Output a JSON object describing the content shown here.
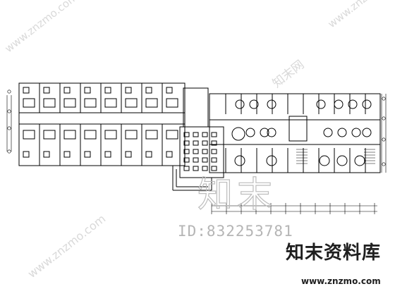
{
  "watermark": {
    "id_label": "ID:832253781",
    "logo_cn": "知末",
    "brand_cn": "知末资料库",
    "brand_url": "www.znzmo.com",
    "diagonal_url": "www.znzmo.com",
    "diagonal_cn": "知末网"
  }
}
